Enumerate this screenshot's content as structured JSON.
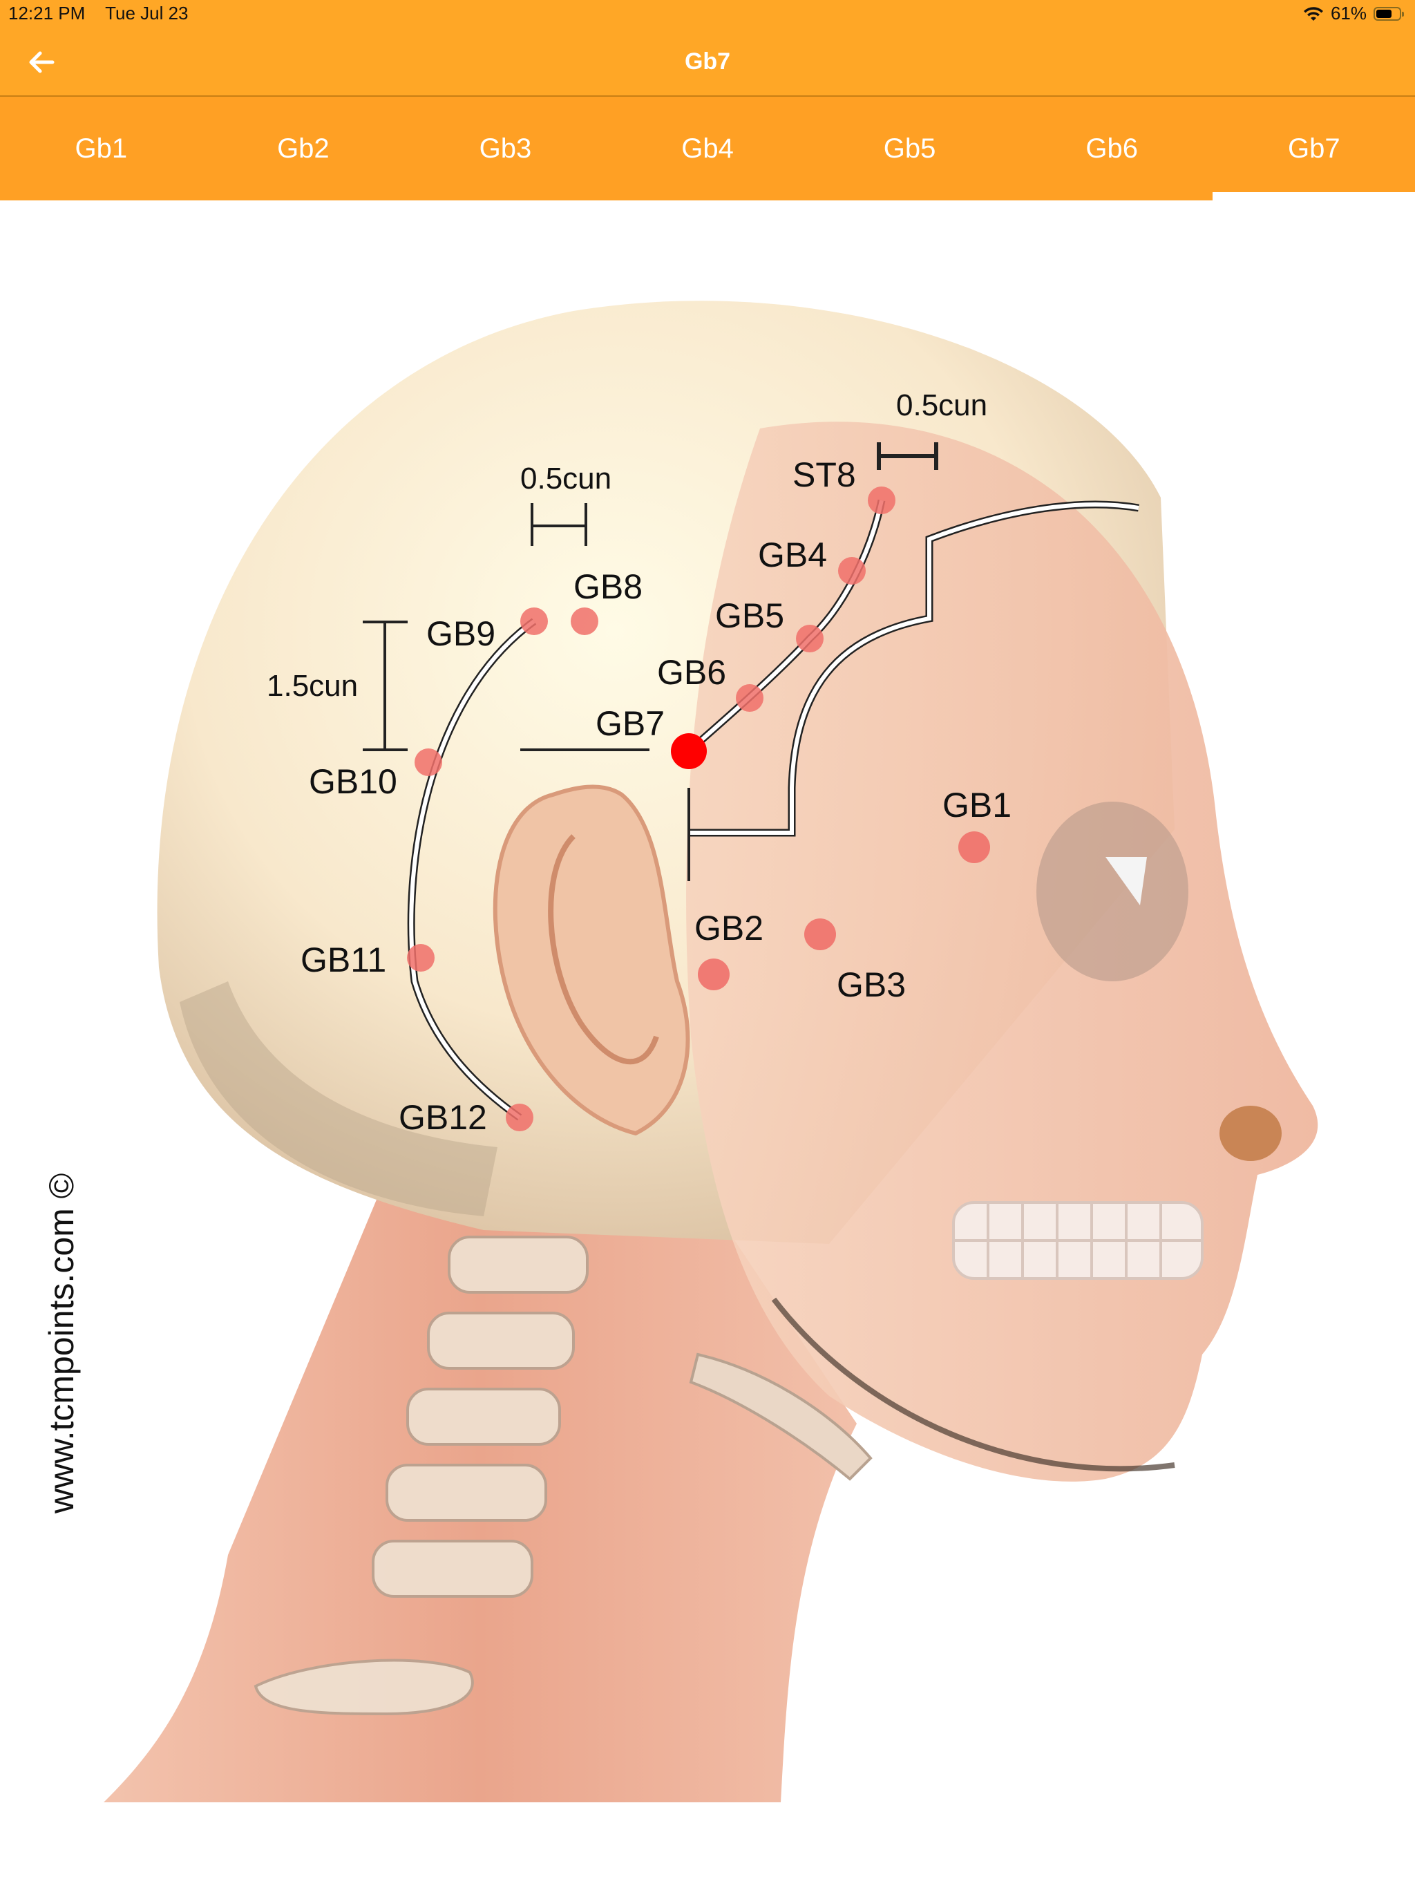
{
  "status_bar": {
    "time": "12:21 PM",
    "date": "Tue Jul 23",
    "wifi_icon": "wifi-icon",
    "battery_percent": "61%",
    "battery_icon": "battery-icon"
  },
  "navbar": {
    "back_icon": "arrow-left-icon",
    "title": "Gb7",
    "background_color": "#FFA726"
  },
  "tabs": {
    "active_index": 6,
    "items": [
      {
        "label": "Gb1"
      },
      {
        "label": "Gb2"
      },
      {
        "label": "Gb3"
      },
      {
        "label": "Gb4"
      },
      {
        "label": "Gb5"
      },
      {
        "label": "Gb6"
      },
      {
        "label": "Gb7"
      }
    ],
    "background_color": "#FFA024",
    "indicator_color": "#FFFFFF"
  },
  "diagram": {
    "description": "Lateral view of head showing Gallbladder meridian acupoints GB1–GB12 and ST8",
    "highlighted_point": "GB7",
    "highlight_color": "#FF0000",
    "point_color": "#F0706A",
    "points": [
      {
        "id": "ST8",
        "label": "ST8"
      },
      {
        "id": "GB1",
        "label": "GB1"
      },
      {
        "id": "GB2",
        "label": "GB2"
      },
      {
        "id": "GB3",
        "label": "GB3"
      },
      {
        "id": "GB4",
        "label": "GB4"
      },
      {
        "id": "GB5",
        "label": "GB5"
      },
      {
        "id": "GB6",
        "label": "GB6"
      },
      {
        "id": "GB7",
        "label": "GB7"
      },
      {
        "id": "GB8",
        "label": "GB8"
      },
      {
        "id": "GB9",
        "label": "GB9"
      },
      {
        "id": "GB10",
        "label": "GB10"
      },
      {
        "id": "GB11",
        "label": "GB11"
      },
      {
        "id": "GB12",
        "label": "GB12"
      }
    ],
    "measurements": {
      "top_right": "0.5cun",
      "top_left": "0.5cun",
      "vertical": "1.5cun"
    },
    "watermark": "www.tcmpoints.com ©"
  }
}
